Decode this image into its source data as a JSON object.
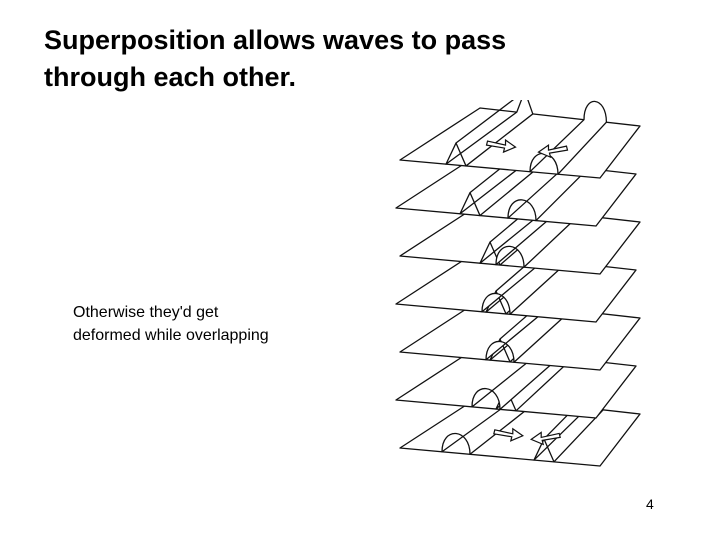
{
  "slide": {
    "title_line1": "Superposition allows waves to pass",
    "title_line2": "through each other.",
    "caption_line1": "Otherwise they'd get",
    "caption_line2": "deformed while overlapping",
    "page_number": "4"
  },
  "diagram": {
    "frames": [
      {
        "frame": 1,
        "triangle_pulse_position": 0.28,
        "round_pulse_position": 0.72,
        "arrows": [
          "right",
          "left"
        ]
      },
      {
        "frame": 2,
        "triangle_pulse_position": 0.37,
        "round_pulse_position": 0.63,
        "arrows": []
      },
      {
        "frame": 3,
        "triangle_pulse_position": 0.45,
        "round_pulse_position": 0.55,
        "arrows": []
      },
      {
        "frame": 4,
        "triangle_pulse_position": 0.5,
        "round_pulse_position": 0.5,
        "arrows": []
      },
      {
        "frame": 5,
        "triangle_pulse_position": 0.5,
        "round_pulse_position": 0.5,
        "arrows": []
      },
      {
        "frame": 6,
        "triangle_pulse_position": 0.55,
        "round_pulse_position": 0.45,
        "arrows": []
      },
      {
        "frame": 7,
        "triangle_pulse_position": 0.72,
        "round_pulse_position": 0.28,
        "arrows": [
          "left",
          "right"
        ]
      }
    ],
    "line_color": "#111111",
    "sheet_color": "#ffffff"
  }
}
